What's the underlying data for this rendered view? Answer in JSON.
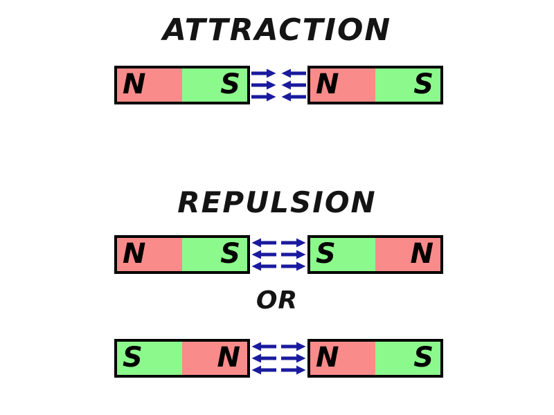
{
  "diagram": {
    "title_attraction": "ATTRACTION",
    "title_repulsion": "REPULSION",
    "title_or": "OR",
    "colors": {
      "north_pole": "#f98b8b",
      "south_pole": "#8cf98c",
      "arrow": "#1a1a9e",
      "outline": "#000000",
      "background": "#ffffff",
      "text": "#141414"
    },
    "rows": [
      {
        "name": "attraction",
        "left_magnet": {
          "poles": [
            {
              "label": "N",
              "color_key": "north_pole",
              "align": "left"
            },
            {
              "label": "S",
              "color_key": "south_pole",
              "align": "right"
            }
          ]
        },
        "arrows": {
          "direction": "toward",
          "left_arrow_points": "right",
          "right_arrow_points": "left",
          "count": 3
        },
        "right_magnet": {
          "poles": [
            {
              "label": "N",
              "color_key": "north_pole",
              "align": "left"
            },
            {
              "label": "S",
              "color_key": "south_pole",
              "align": "right"
            }
          ]
        }
      },
      {
        "name": "repulsion-1",
        "left_magnet": {
          "poles": [
            {
              "label": "N",
              "color_key": "north_pole",
              "align": "left"
            },
            {
              "label": "S",
              "color_key": "south_pole",
              "align": "right"
            }
          ]
        },
        "arrows": {
          "direction": "apart",
          "left_arrow_points": "left",
          "right_arrow_points": "right",
          "count": 3
        },
        "right_magnet": {
          "poles": [
            {
              "label": "S",
              "color_key": "south_pole",
              "align": "left"
            },
            {
              "label": "N",
              "color_key": "north_pole",
              "align": "right"
            }
          ]
        }
      },
      {
        "name": "repulsion-2",
        "left_magnet": {
          "poles": [
            {
              "label": "S",
              "color_key": "south_pole",
              "align": "left"
            },
            {
              "label": "N",
              "color_key": "north_pole",
              "align": "right"
            }
          ]
        },
        "arrows": {
          "direction": "apart",
          "left_arrow_points": "left",
          "right_arrow_points": "right",
          "count": 3
        },
        "right_magnet": {
          "poles": [
            {
              "label": "N",
              "color_key": "north_pole",
              "align": "left"
            },
            {
              "label": "S",
              "color_key": "south_pole",
              "align": "right"
            }
          ]
        }
      }
    ]
  }
}
